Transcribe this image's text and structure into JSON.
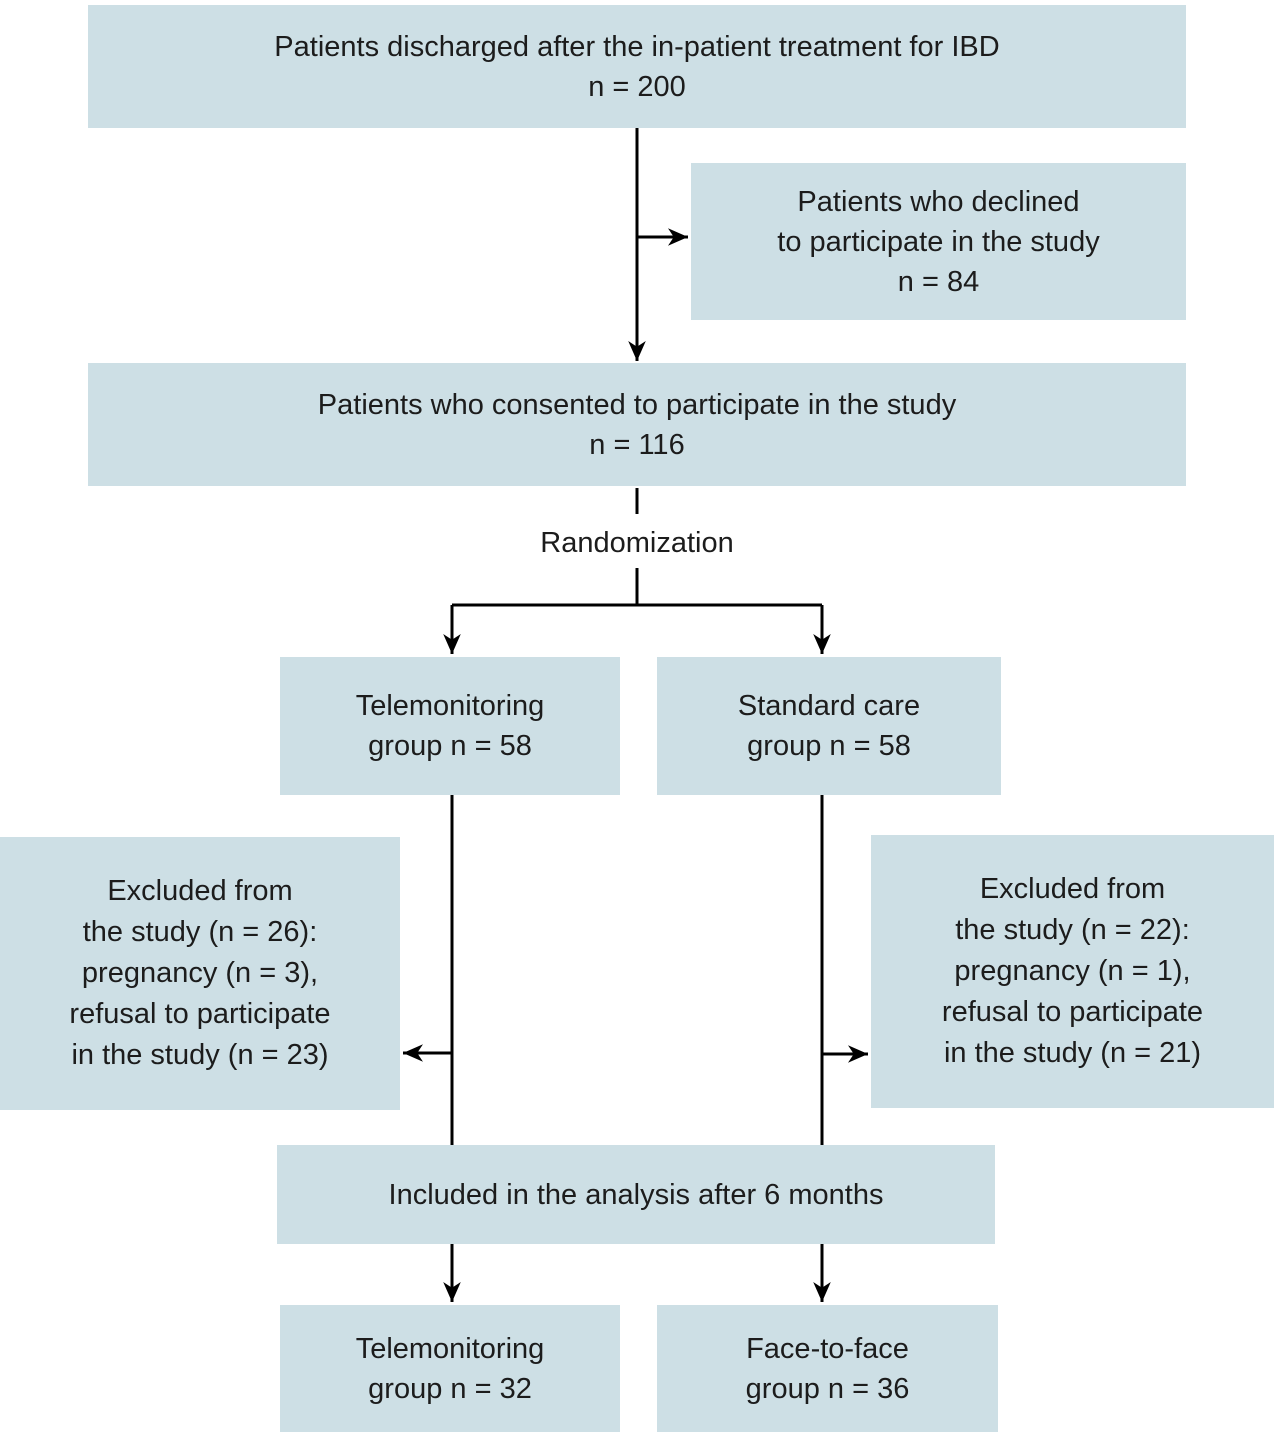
{
  "colors": {
    "box_fill": "#cddfe5",
    "line": "#000000",
    "text": "#1c1c1c"
  },
  "flowchart": {
    "discharged": {
      "lines": [
        "Patients discharged after the in-patient treatment for IBD",
        "n = 200"
      ]
    },
    "declined": {
      "lines": [
        "Patients who declined",
        "to participate in the study",
        "n = 84"
      ]
    },
    "consented": {
      "lines": [
        "Patients who consented to participate in the study",
        "n = 116"
      ]
    },
    "randomization_label": "Randomization",
    "telemonitoring_group": {
      "lines": [
        "Telemonitoring",
        "group n = 58"
      ]
    },
    "standard_care_group": {
      "lines": [
        "Standard care",
        "group n = 58"
      ]
    },
    "excluded_telemonitoring": {
      "lines": [
        "Excluded from",
        "the study (n = 26):",
        "pregnancy (n = 3),",
        "refusal to participate",
        "in the study (n = 23)"
      ]
    },
    "excluded_standard_care": {
      "lines": [
        "Excluded from",
        "the study (n = 22):",
        "pregnancy (n = 1),",
        "refusal to participate",
        "in the study (n = 21)"
      ]
    },
    "included_analysis": {
      "lines": [
        "Included in the analysis after 6 months"
      ]
    },
    "telemonitoring_final": {
      "lines": [
        "Telemonitoring",
        "group n = 32"
      ]
    },
    "face_to_face_final": {
      "lines": [
        "Face-to-face",
        "group n = 36"
      ]
    }
  }
}
